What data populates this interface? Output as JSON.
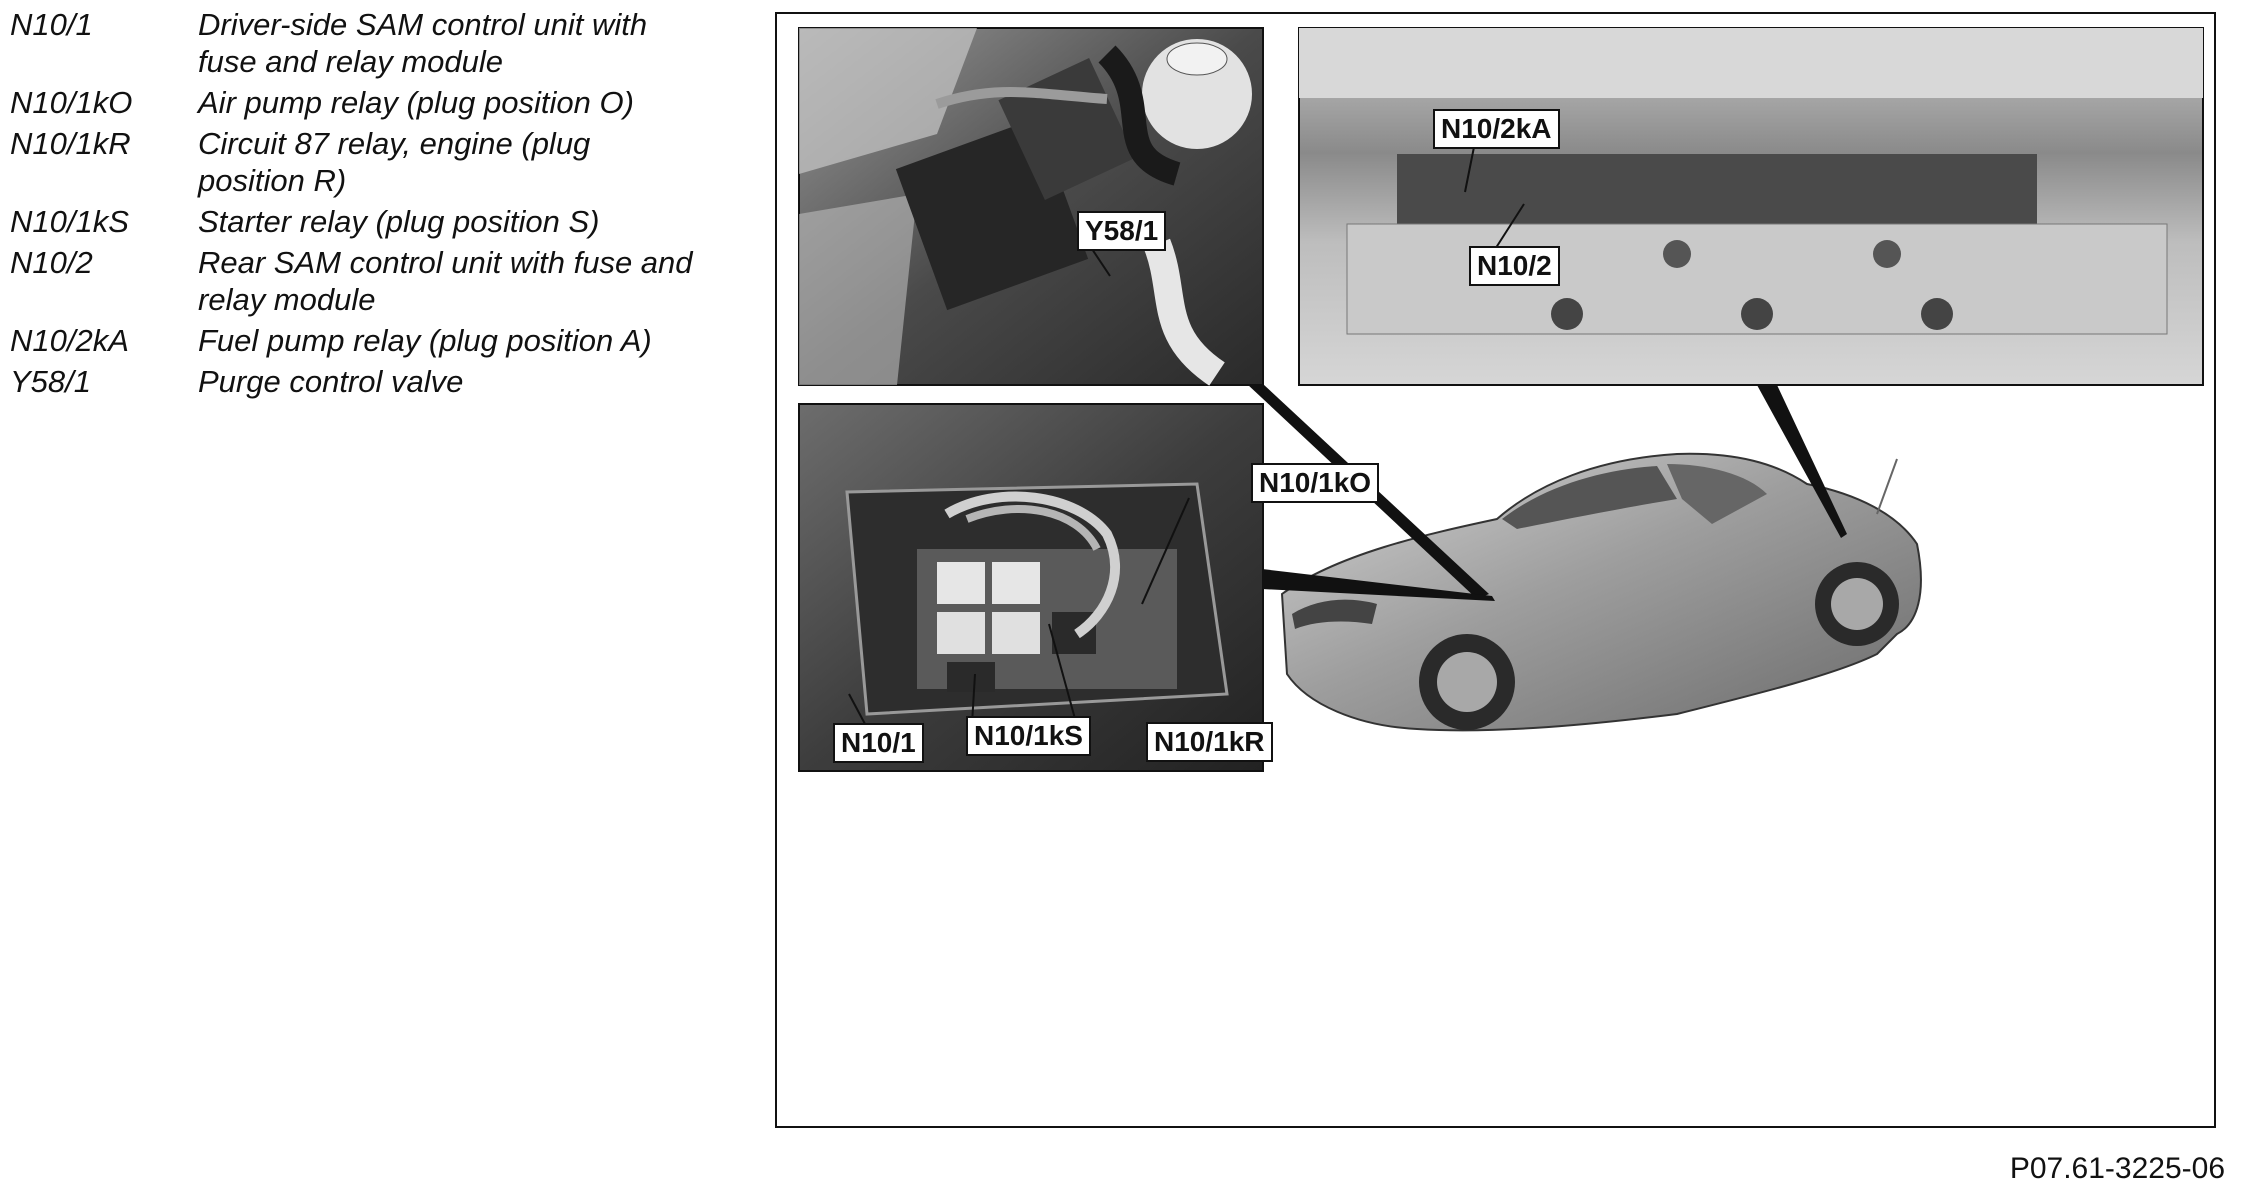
{
  "legend": [
    {
      "code": "N10/1",
      "description": "Driver-side SAM control unit with fuse and relay module"
    },
    {
      "code": "N10/1kO",
      "description": "Air pump relay (plug position O)"
    },
    {
      "code": "N10/1kR",
      "description": "Circuit 87 relay, engine (plug position R)"
    },
    {
      "code": "N10/1kS",
      "description": "Starter relay (plug position S)"
    },
    {
      "code": "N10/2",
      "description": "Rear SAM control unit with fuse and relay module"
    },
    {
      "code": "N10/2kA",
      "description": "Fuel pump relay (plug position A)"
    },
    {
      "code": "Y58/1",
      "description": "Purge control valve"
    }
  ],
  "callouts": {
    "y58_1": "Y58/1",
    "n10_2ka": "N10/2kA",
    "n10_2": "N10/2",
    "n10_1ko": "N10/1kO",
    "n10_1": "N10/1",
    "n10_1ks": "N10/1kS",
    "n10_1kr": "N10/1kR"
  },
  "figure_id": "P07.61-3225-06"
}
